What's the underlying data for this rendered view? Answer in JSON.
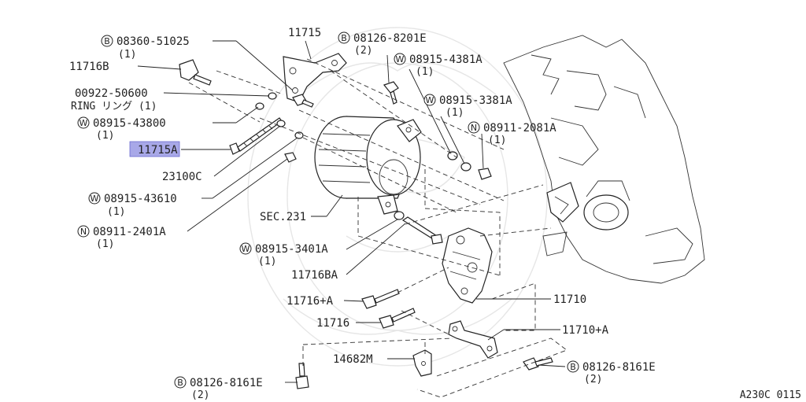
{
  "diagram_code": "A230C 0115",
  "labels": {
    "p_08360_51025": {
      "prefix": "B",
      "code": "08360-51025",
      "qty": "(1)"
    },
    "p_11716b": {
      "code": "11716B"
    },
    "p_00922_50600": {
      "code": "00922-50600",
      "sub": "RING リング (1)"
    },
    "p_08915_43800": {
      "prefix": "W",
      "code": "08915-43800",
      "qty": "(1)"
    },
    "p_11715a": {
      "code": "11715A"
    },
    "p_23100c": {
      "code": "23100C"
    },
    "p_08915_43610": {
      "prefix": "W",
      "code": "08915-43610",
      "qty": "(1)"
    },
    "p_08911_2401a": {
      "prefix": "N",
      "code": "08911-2401A",
      "qty": "(1)"
    },
    "p_11715": {
      "code": "11715"
    },
    "p_08126_8201e": {
      "prefix": "B",
      "code": "08126-8201E",
      "qty": "(2)"
    },
    "p_08915_4381a": {
      "prefix": "W",
      "code": "08915-4381A",
      "qty": "(1)"
    },
    "p_08915_3381a": {
      "prefix": "W",
      "code": "08915-3381A",
      "qty": "(1)"
    },
    "p_08911_2081a": {
      "prefix": "N",
      "code": "08911-2081A",
      "qty": "(1)"
    },
    "p_sec231": {
      "code": "SEC.231"
    },
    "p_08915_3401a": {
      "prefix": "W",
      "code": "08915-3401A",
      "qty": "(1)"
    },
    "p_11716ba": {
      "code": "11716BA"
    },
    "p_11716_a": {
      "code": "11716+A"
    },
    "p_11716": {
      "code": "11716"
    },
    "p_11710": {
      "code": "11710"
    },
    "p_11710_a": {
      "code": "11710+A"
    },
    "p_14682m": {
      "code": "14682M"
    },
    "p_08126_8161e_left": {
      "prefix": "B",
      "code": "08126-8161E",
      "qty": "(2)"
    },
    "p_08126_8161e_right": {
      "prefix": "B",
      "code": "08126-8161E",
      "qty": "(2)"
    }
  }
}
